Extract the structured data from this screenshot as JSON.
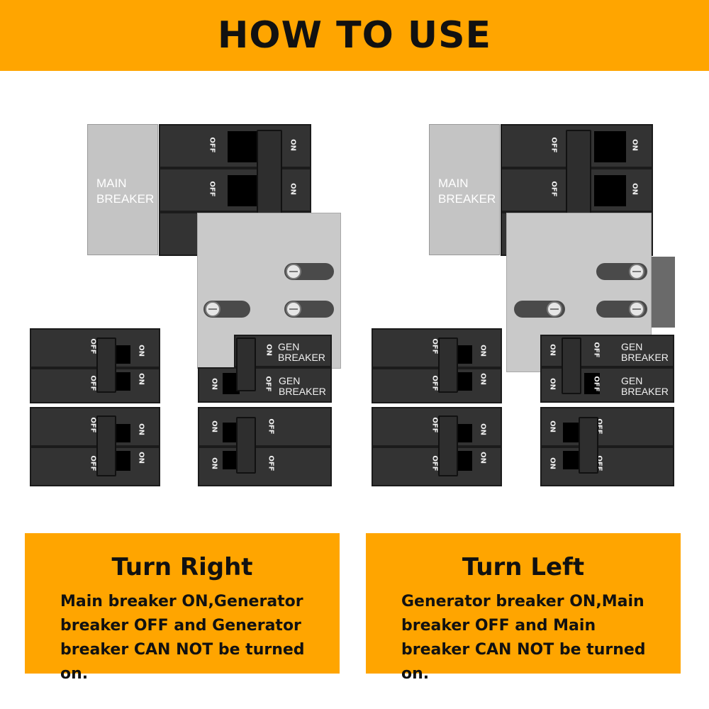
{
  "header": {
    "title": "HOW TO USE"
  },
  "labels": {
    "main_breaker_line1": "MAIN",
    "main_breaker_line2": "BREAKER",
    "gen_breaker_line1": "GEN",
    "gen_breaker_line2": "BREAKER",
    "off": "OFF",
    "on": "ON"
  },
  "left_caption": {
    "title": "Turn Right",
    "body": "Main breaker ON,Generator breaker OFF and Generator breaker CAN NOT be turned on."
  },
  "right_caption": {
    "title": "Turn Left",
    "body": "Generator breaker ON,Main breaker OFF and Main breaker CAN NOT be turned on."
  },
  "colors": {
    "accent": "#FFA500",
    "breaker": "#333333",
    "plate": "#c9c9c9"
  }
}
